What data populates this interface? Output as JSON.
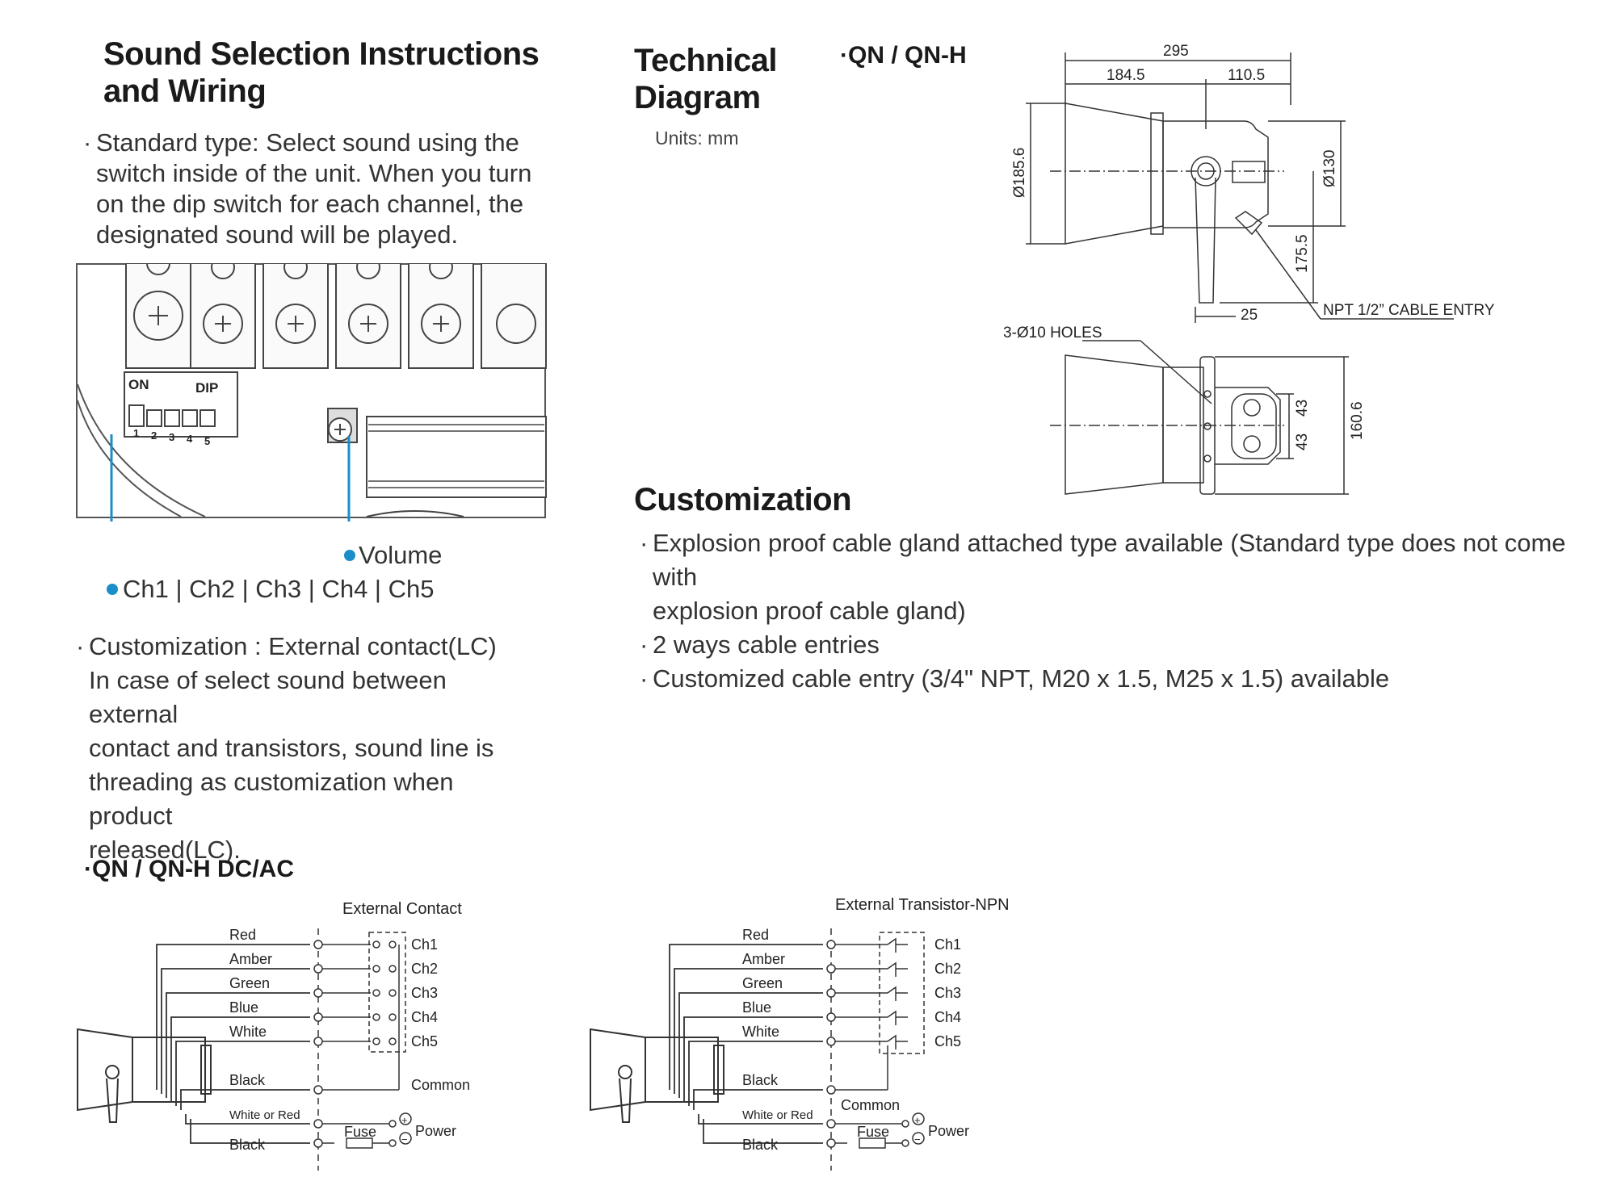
{
  "sound_section": {
    "title_line1": "Sound Selection Instructions",
    "title_line2": "and Wiring",
    "standard_lines": [
      "Standard type: Select sound using the",
      "switch inside of the unit. When you turn",
      "on the dip switch for each channel, the",
      "designated sound will be played."
    ],
    "photo": {
      "dip_on": "ON",
      "dip_label": "DIP",
      "dip_numbers": [
        "1",
        "2",
        "3",
        "4",
        "5"
      ],
      "volume_label": "Volume",
      "channels_label": "Ch1 | Ch2 | Ch3 | Ch4 | Ch5"
    },
    "custom_lines": [
      "Customization : External contact(LC)",
      "In case of select sound between external",
      "contact and transistors, sound line is",
      "threading as customization when product",
      "released(LC)."
    ]
  },
  "technical": {
    "title_line1": "Technical",
    "title_line2": "Diagram",
    "units": "Units: mm",
    "model": "·QN / QN-H",
    "dims": {
      "total_length": "295",
      "front_length": "184.5",
      "rear_length": "110.5",
      "front_diameter": "Ø185.6",
      "rear_diameter": "Ø130",
      "bracket_height": "175.5",
      "bracket_offset": "25",
      "cable_entry": "NPT 1/2” CABLE ENTRY",
      "holes": "3-Ø10 HOLES",
      "hole_spacing_1": "43",
      "hole_spacing_2": "43",
      "bracket_width": "160.6"
    }
  },
  "customization": {
    "title": "Customization",
    "lines": [
      "Explosion proof cable gland attached type available (Standard type does not come with",
      "explosion proof cable gland)",
      "2 ways cable entries",
      "Customized cable entry (3/4\" NPT, M20 x 1.5, M25 x 1.5) available"
    ]
  },
  "wiring": {
    "title": "·QN / QN-H DC/AC",
    "external_contact": {
      "title": "External Contact",
      "wires": [
        "Red",
        "Amber",
        "Green",
        "Blue",
        "White"
      ],
      "channels": [
        "Ch1",
        "Ch2",
        "Ch3",
        "Ch4",
        "Ch5"
      ],
      "black": "Black",
      "common": "Common",
      "white_or_red": "White or Red",
      "black2": "Black",
      "fuse": "Fuse",
      "power": "Power",
      "plus": "+",
      "minus": "−"
    },
    "external_transistor": {
      "title": "External Transistor-NPN",
      "wires": [
        "Red",
        "Amber",
        "Green",
        "Blue",
        "White"
      ],
      "channels": [
        "Ch1",
        "Ch2",
        "Ch3",
        "Ch4",
        "Ch5"
      ],
      "black": "Black",
      "common": "Common",
      "white_or_red": "White or Red",
      "black2": "Black",
      "fuse": "Fuse",
      "power": "Power",
      "plus": "+",
      "minus": "−"
    }
  },
  "colors": {
    "accent_blue": "#1a8ec8",
    "text": "#333333",
    "line": "#333333"
  }
}
